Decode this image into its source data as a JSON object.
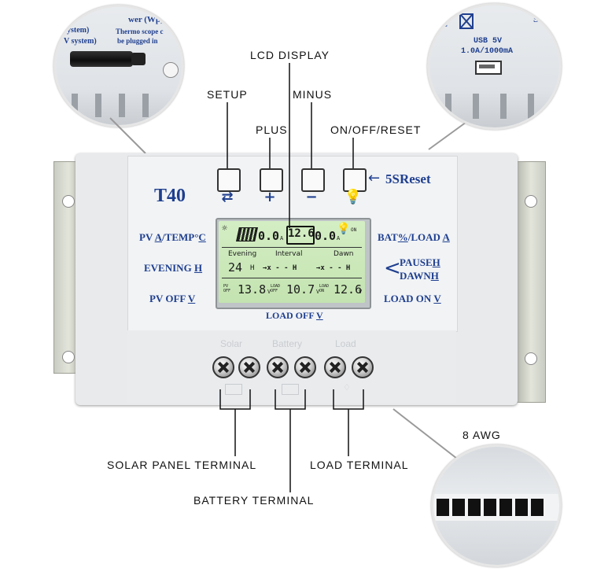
{
  "callouts": {
    "lcd_display": "LCD  DISPLAY",
    "setup": "SETUP",
    "minus": "MINUS",
    "plus": "PLUS",
    "on_off_reset": "ON/OFF/RESET",
    "awg": "8  AWG",
    "solar_panel_terminal": "SOLAR  PANEL  TERMINAL",
    "load_terminal": "LOAD  TERMINAL",
    "battery_terminal": "BATTERY  TERMINAL"
  },
  "panel": {
    "model": "T40",
    "reset_hint": "5SReset",
    "left_labels": {
      "pv_temp_pre": "PV ",
      "pv_temp_a": "A",
      "pv_temp_mid": "/TEMP",
      "pv_temp_deg": "°",
      "pv_temp_c": "C",
      "evening": "EVENING ",
      "evening_h": "H",
      "pv_off": "PV OFF ",
      "pv_off_v": "V"
    },
    "right_labels": {
      "bat": "BAT",
      "bat_pct": "%",
      "load": "/LOAD ",
      "load_a": "A",
      "pause": "PAUSE",
      "pause_h": "H",
      "dawn": "DAWN",
      "dawn_h": "H",
      "load_on": "LOAD ON ",
      "load_on_v": "V"
    },
    "bottom_label": "LOAD OFF ",
    "bottom_label_v": "V",
    "terminal_groups": [
      "Solar",
      "Battery",
      "Load"
    ]
  },
  "lcd": {
    "pv_current": "0.0",
    "pv_unit": "A",
    "battery_value": "12.6",
    "load_current": "0.0",
    "load_unit": "A",
    "on_tag": "ON",
    "evening_label": "Evening",
    "interval_label": "Interval",
    "dawn_label": "Dawn",
    "evening_value": "24",
    "h1": "H",
    "interval_value": "→x - - H",
    "dawn_value": "→x - - H",
    "pv_off_tag": "PV OFF",
    "pv_off_value": "13.8",
    "load_off_tag": "LOAD OFF",
    "load_off_value": "10.7",
    "load_on_tag": "LOAD ON",
    "load_on_value": "12.6",
    "v_unit": "V"
  },
  "zoom_top_left": {
    "line1": "wer (Wp)",
    "line2": "ystem)",
    "line3": "V system)",
    "line4": "Thermo scope c",
    "line5": "be plugged in"
  },
  "zoom_top_right": {
    "line1": "USB 5V",
    "line2": "1.0A/1000mA",
    "corner": "Sc"
  },
  "colors": {
    "panel_blue": "#1f3f8f",
    "lcd_green": "#c9e6b8",
    "casing": "#eef0f2"
  }
}
